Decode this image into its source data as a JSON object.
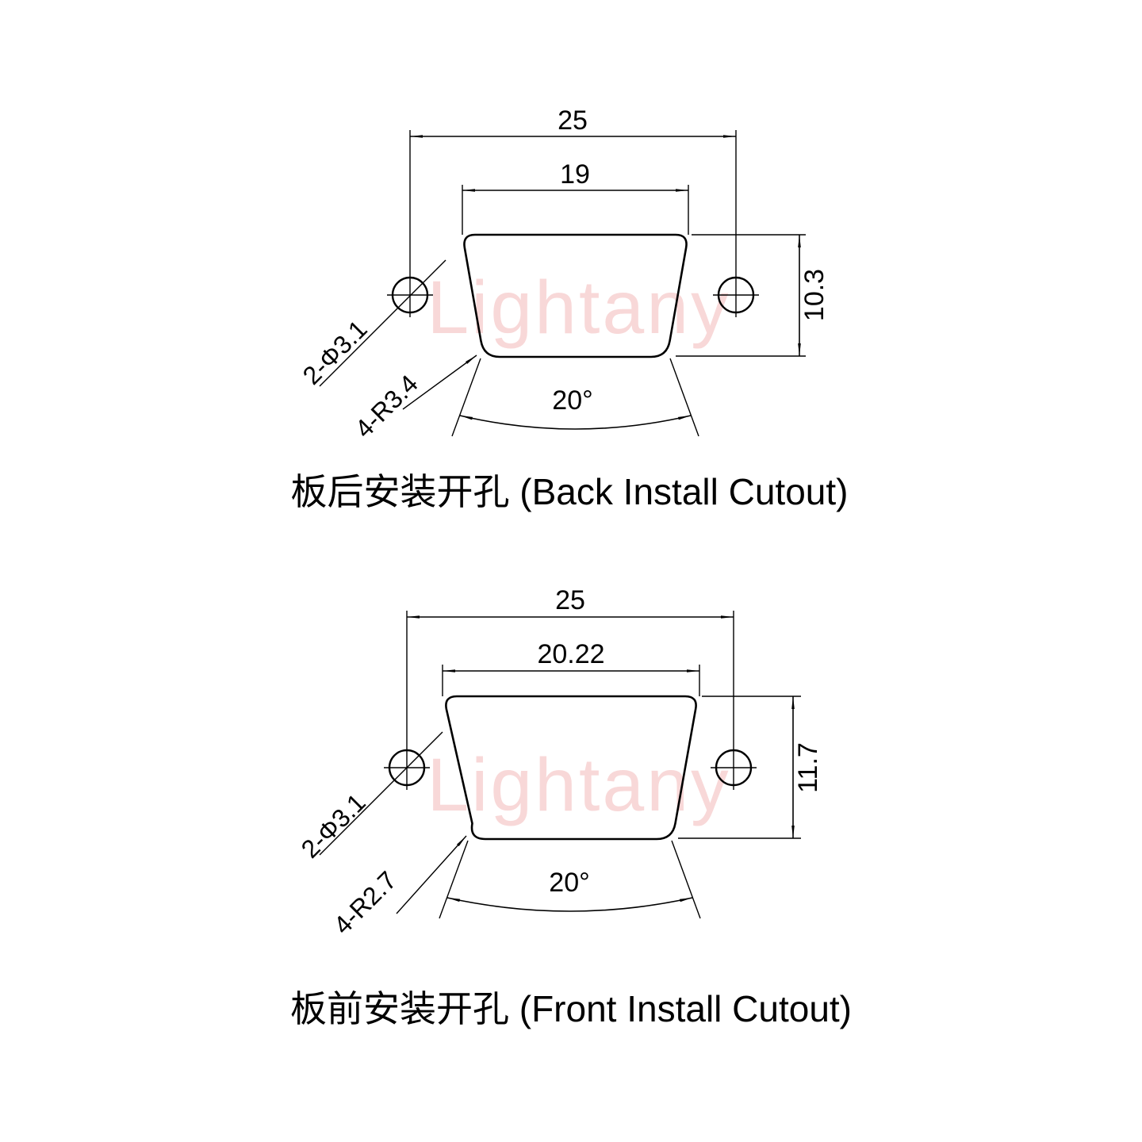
{
  "watermark": {
    "text": "Lightany",
    "color": "#f8d8d8"
  },
  "line_color": "#000000",
  "drawings": {
    "back": {
      "caption": "板后安装开孔 (Back Install Cutout)",
      "dims": {
        "width_outer": "25",
        "width_inner": "19",
        "height": "10.3",
        "angle": "20°",
        "holes": "2-Φ3.1",
        "radius": "4-R3.4"
      }
    },
    "front": {
      "caption": "板前安装开孔 (Front Install Cutout)",
      "dims": {
        "width_outer": "25",
        "width_inner": "20.22",
        "height": "11.7",
        "angle": "20°",
        "holes": "2-Φ3.1",
        "radius": "4-R2.7"
      }
    }
  }
}
